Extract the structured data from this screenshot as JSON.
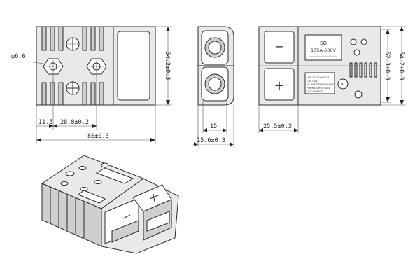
{
  "dimensions": {
    "hole_diameter": "ф6.6",
    "height_left": "54.2±0.3",
    "offset_a": "11.5",
    "offset_b": "28.8±0.2",
    "length_total": "80±0.3",
    "contact_width": "15",
    "width_total": "25.6±0.3",
    "body_length": "25.5±0.3",
    "height_inner": "52.3±0.3",
    "height_right": "54.2±0.3"
  },
  "label": {
    "model": "SO",
    "rating": "175A-600V",
    "minus": "−",
    "plus": "+",
    "warn_1": "FOR DISCONNECT",
    "warn_2": "USE ONLY",
    "warn_3": "NE PAS DEBRANCHER",
    "warn_4": "POUR LA RUPTURE",
    "warn_5": "DU COURANT",
    "ul_mark": "UL"
  }
}
